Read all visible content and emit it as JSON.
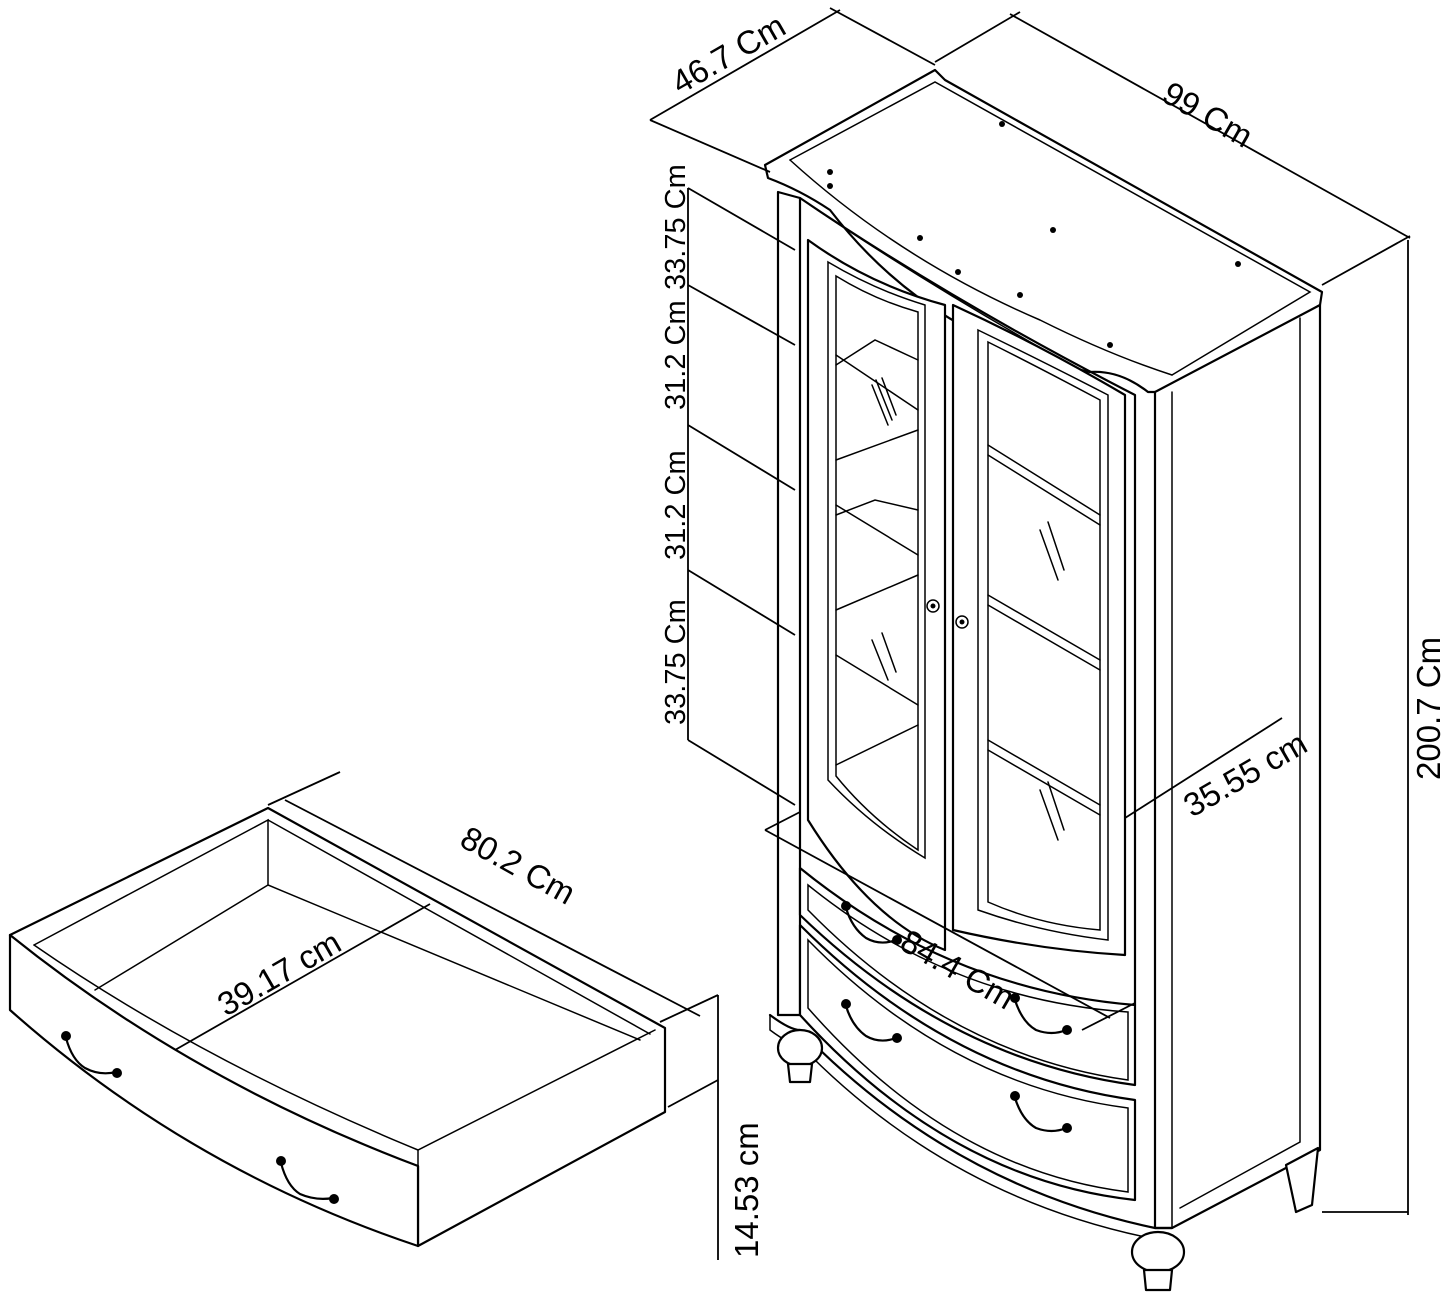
{
  "dimensions": {
    "cabinet_depth": "46.7 Cm",
    "cabinet_width": "99 Cm",
    "cabinet_height": "200.7 Cm",
    "shelf_gap_top": "33.75 Cm",
    "shelf_gap_2": "31.2 Cm",
    "shelf_gap_3": "31.2 Cm",
    "shelf_gap_bottom": "33.75 Cm",
    "inner_depth": "35.55 cm",
    "inner_width": "84.4 Cm",
    "drawer_width": "80.2 Cm",
    "drawer_depth": "39.17 cm",
    "drawer_height": "14.53 cm"
  }
}
